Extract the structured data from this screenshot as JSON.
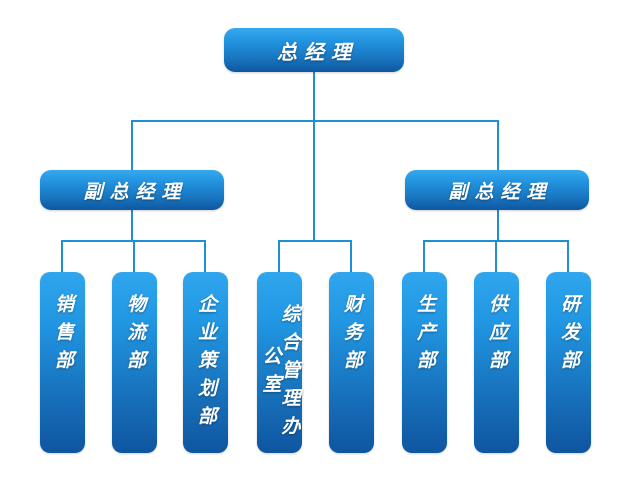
{
  "chart": {
    "type": "org-chart",
    "title": "",
    "accent_color": "#2196E2",
    "line_color": "#1E8FD5",
    "text_color": "#FFFFFF",
    "background": "#FFFFFF",
    "root": {
      "label": "总经理"
    },
    "level2": [
      {
        "label": "副总经理",
        "side": "left"
      },
      {
        "label": "副总经理",
        "side": "right"
      }
    ],
    "level3": [
      {
        "label": "销售部",
        "parent": "副总经理(左)"
      },
      {
        "label": "物流部",
        "parent": "副总经理(左)"
      },
      {
        "label": "企业策划部",
        "parent": "副总经理(左)"
      },
      {
        "label": "综合管理办公室",
        "parent": "总经理"
      },
      {
        "label": "财务部",
        "parent": "总经理"
      },
      {
        "label": "生产部",
        "parent": "副总经理(右)"
      },
      {
        "label": "供应部",
        "parent": "副总经理(右)"
      },
      {
        "label": "研发部",
        "parent": "副总经理(右)"
      }
    ]
  }
}
